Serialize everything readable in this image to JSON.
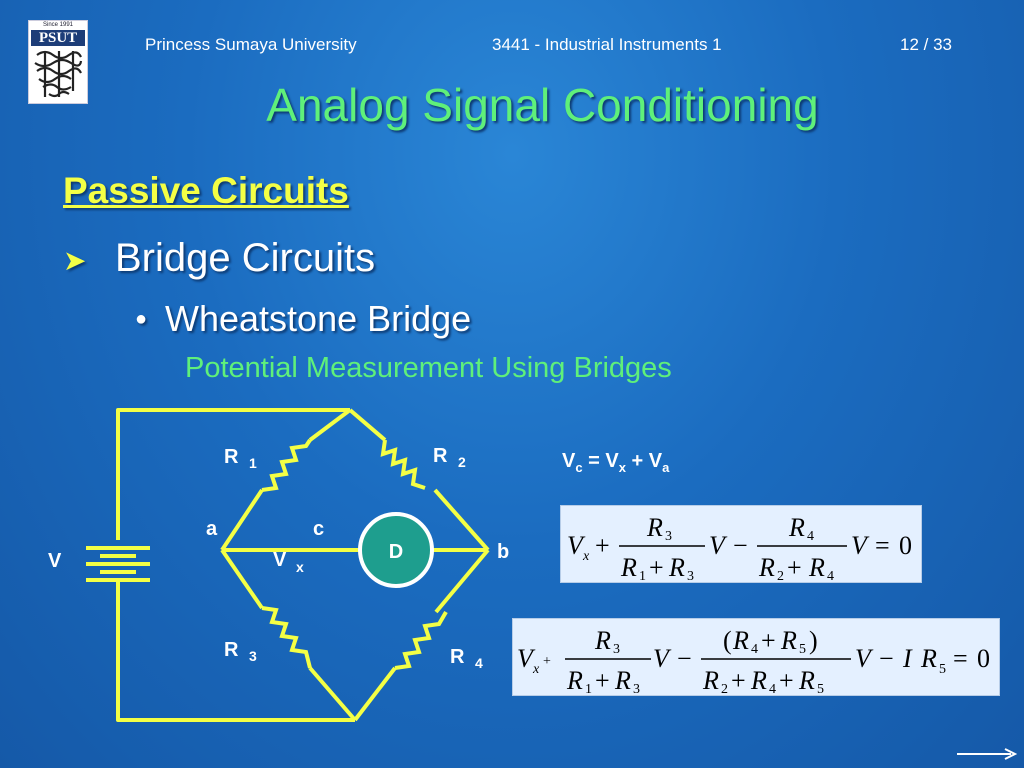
{
  "header": {
    "university": "Princess Sumaya University",
    "course": "3441 - Industrial Instruments 1",
    "page": "12 / 33"
  },
  "logo": {
    "since": "Since 1991",
    "brand": "PSUT"
  },
  "title": "Analog Signal Conditioning",
  "heading": "Passive Circuits",
  "bullet1": "Bridge Circuits",
  "bullet2": "Wheatstone Bridge",
  "subheading": "Potential Measurement Using Bridges",
  "circuit": {
    "labels": {
      "R1": "R",
      "R1_sub": "1",
      "R2": "R",
      "R2_sub": "2",
      "R3": "R",
      "R3_sub": "3",
      "R4": "R",
      "R4_sub": "4",
      "a": "a",
      "b": "b",
      "c": "c",
      "V": "V",
      "Vx": "V",
      "Vx_sub": "x",
      "D": "D"
    },
    "colors": {
      "wire": "#f4ff45",
      "detector": "#1e9e8e"
    }
  },
  "equations": {
    "vc": {
      "V": "V",
      "c": "c",
      "eq": " = V",
      "x": "x",
      "plus": " + V",
      "a": "a"
    },
    "eq1": "Vx + R3/(R1+R3) V − R4/(R2+R4) V = 0",
    "eq2": "Vx + R3/(R1+R3) V − (R4+R5)/(R2+R4+R5) V − I R5 = 0"
  }
}
